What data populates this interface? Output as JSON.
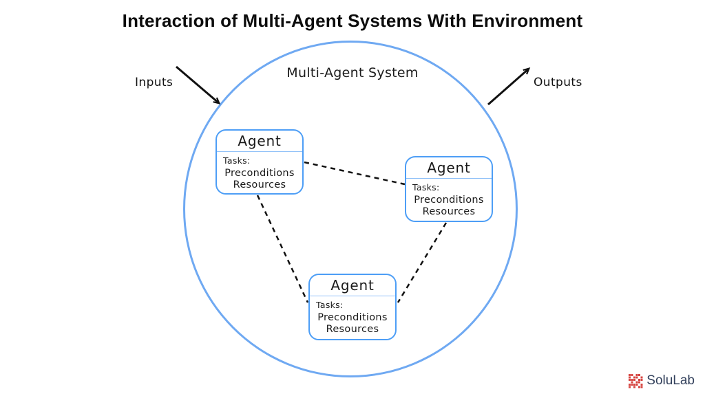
{
  "title": "Interaction of Multi-Agent Systems With Environment",
  "diagram": {
    "system_label": "Multi-Agent System",
    "input_label": "Inputs",
    "output_label": "Outputs",
    "agents": [
      {
        "name": "Agent",
        "tasks_label": "Tasks:",
        "tasks": [
          "Preconditions",
          "Resources"
        ]
      },
      {
        "name": "Agent",
        "tasks_label": "Tasks:",
        "tasks": [
          "Preconditions",
          "Resources"
        ]
      },
      {
        "name": "Agent",
        "tasks_label": "Tasks:",
        "tasks": [
          "Preconditions",
          "Resources"
        ]
      }
    ],
    "connections": "dashed lines between the three agents; solid arrows for inputs entering and outputs leaving the circle"
  },
  "colors": {
    "circle_border": "#6FA9F2",
    "box_border": "#4D9EF6",
    "connector": "#111111",
    "logo_red": "#D64541",
    "logo_text": "#33415C"
  },
  "branding": {
    "logo_text": "SoluLab",
    "logo_icon": "solulab-pixel-icon"
  }
}
